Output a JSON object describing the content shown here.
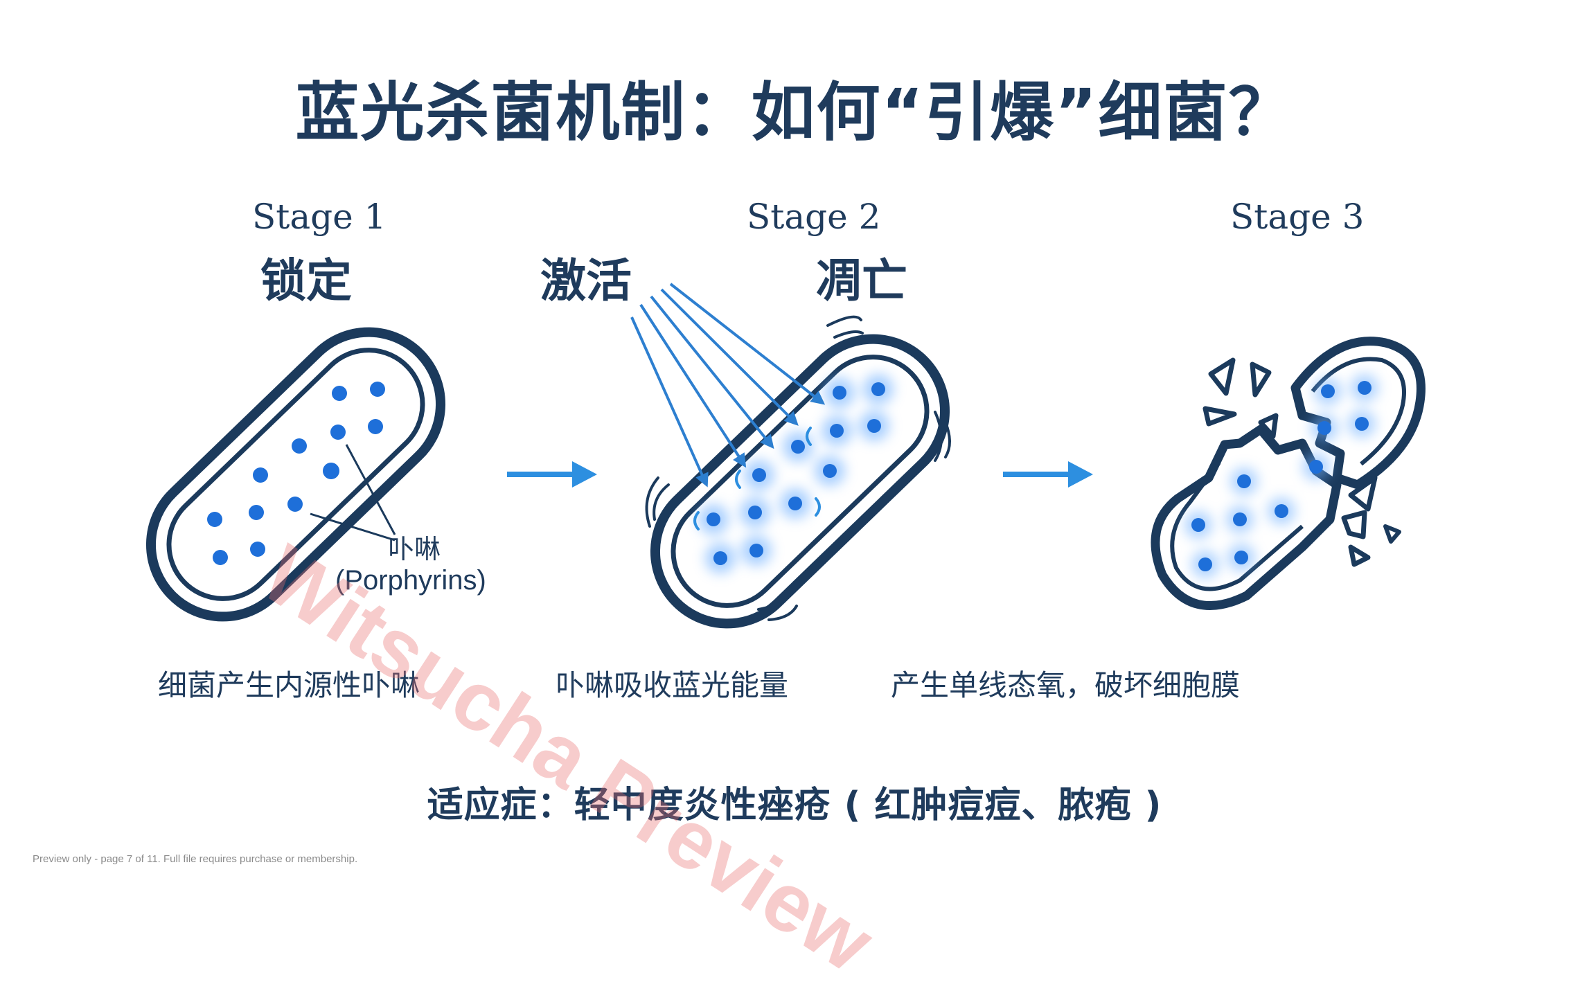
{
  "title": "蓝光杀菌机制：如何“引爆”细菌？",
  "stages": [
    {
      "stage_label": "Stage  1",
      "action": "锁定",
      "caption": "细菌产生内源性卟啉"
    },
    {
      "stage_label": "Stage  2",
      "action": "激活",
      "caption": "卟啉吸收蓝光能量"
    },
    {
      "stage_label": "Stage  3",
      "action": "凋亡",
      "caption": "产生单线态氧，破坏细胞膜"
    }
  ],
  "porphyrin_label": {
    "cn": "卟啉",
    "en": "(Porphyrins)"
  },
  "indication": "适应症：轻中度炎性痤疮 ( 红肿痘痘、脓疱 )",
  "watermark": "Witsucha Preview",
  "footer": "Preview only - page 7 of 11. Full file requires purchase or membership.",
  "colors": {
    "text": "#1f3b5c",
    "cell_outline": "#1b3a5c",
    "porphyrin": "#1e6fd9",
    "arrow": "#2d8fe0",
    "watermark": "#e86e6e"
  },
  "icons": [
    "bacterium-icon",
    "porphyrin-dot-icon",
    "blue-light-ray-icon",
    "arrow-right-icon",
    "burst-bacterium-icon"
  ]
}
